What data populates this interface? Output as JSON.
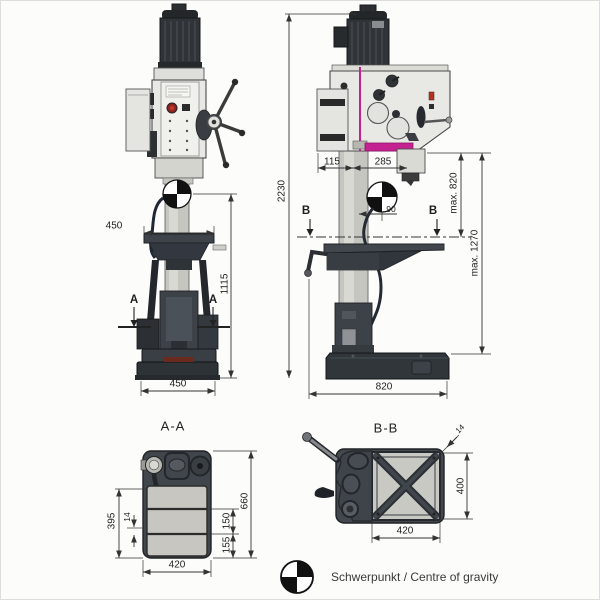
{
  "views": {
    "front": {
      "section_label": "A",
      "dims": {
        "table_width": "450",
        "height": "1115",
        "base_width": "450"
      }
    },
    "side": {
      "section_label": "B",
      "dims": {
        "total_height": "2230",
        "column_to_front": "115",
        "column_to_spindle": "285",
        "cog_offset": "90",
        "max_spindle_table": "max. 820",
        "max_spindle_base": "max. 1270",
        "base_depth": "820"
      }
    },
    "section_aa": {
      "title": "A-A",
      "dims": {
        "front": "395",
        "slot_offset": "14",
        "length": "660",
        "mid": "150",
        "rear": "155",
        "width": "420"
      }
    },
    "section_bb": {
      "title": "B-B",
      "dims": {
        "table_depth": "400",
        "table_width": "420",
        "slot": "14"
      }
    }
  },
  "legend": {
    "cog_label": "Schwerpunkt / Centre of gravity"
  },
  "colors": {
    "accent_magenta": "#c42191",
    "estop_red": "#8f2321",
    "signal_red": "#b23226",
    "line": "#333333"
  }
}
